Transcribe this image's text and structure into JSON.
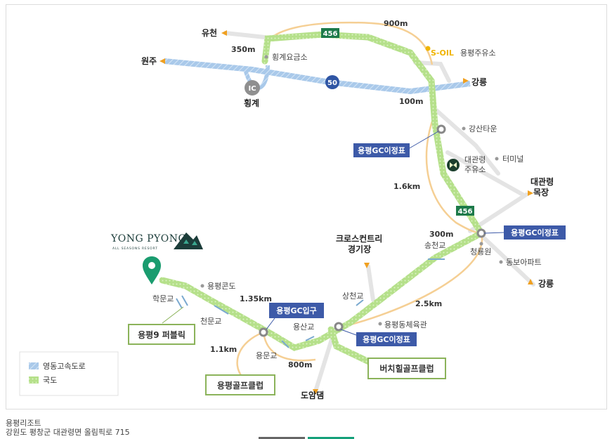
{
  "brand": {
    "logo_text": "YONG PYONG",
    "logo_subtext": "ALL SEASONS RESORT"
  },
  "colors": {
    "expressway": "#a9c9ea",
    "national_road": "#b5e08a",
    "route_line": "#f5cf94",
    "label_box_purple": "#3d5aa8",
    "label_box_green_border": "#8bb35a",
    "marker_green": "#1a9c6f"
  },
  "places": {
    "yucheon": "유천",
    "wonju": "원주",
    "hoenggye": "횡계",
    "hoenggye_tollgate": "횡계요금소",
    "ic": "IC",
    "gangneung_top": "강릉",
    "gangneung_bottom": "강릉",
    "soil_brand": "S-OIL",
    "soil_station": "용평주유소",
    "gangsan_town": "강산타운",
    "daegwallyeong_station_1": "대관령",
    "daegwallyeong_station_2": "주유소",
    "terminal": "터미널",
    "daegwallyeong_ranch_1": "대관령",
    "daegwallyeong_ranch_2": "목장",
    "cheongnyuwon": "청룡원",
    "dongbo_apt": "동보아파트",
    "songcheongyo": "송천교",
    "crosscountry_1": "크로스컨트리",
    "crosscountry_2": "경기장",
    "sangcheongyo": "상천교",
    "yongsangyo": "용산교",
    "yongpyeong_gym": "용평동체육관",
    "yongpyeong_condo": "용평콘도",
    "hakmungyo": "학문교",
    "cheonmungyo": "천문교",
    "yongmungyo": "용문교",
    "domam_dam": "도암댐"
  },
  "boxes": {
    "gc_interchange_1": "용평GC이정표",
    "gc_interchange_2": "용평GC이정표",
    "gc_interchange_3": "용평GC이정표",
    "gc_entrance": "용평GC입구",
    "yongpyeong9_public": "용평9 퍼블릭",
    "yongpyeong_golf_club": "용평골프클럽",
    "birch_hill_golf_club": "버치힐골프클럽"
  },
  "road_signs": {
    "route_456_top": "456",
    "route_456_mid": "456",
    "route_50": "50"
  },
  "distances": {
    "d900m": "900m",
    "d350m": "350m",
    "d100m": "100m",
    "d1_6km": "1.6km",
    "d300m": "300m",
    "d2_5km": "2.5km",
    "d1_35km": "1.35km",
    "d1_1km": "1.1km",
    "d800m": "800m"
  },
  "legend": {
    "expressway": "영동고속도로",
    "national_road": "국도"
  },
  "footer": {
    "name": "용평리조트",
    "address": "강원도 평창군 대관령면 올림픽로 715"
  }
}
